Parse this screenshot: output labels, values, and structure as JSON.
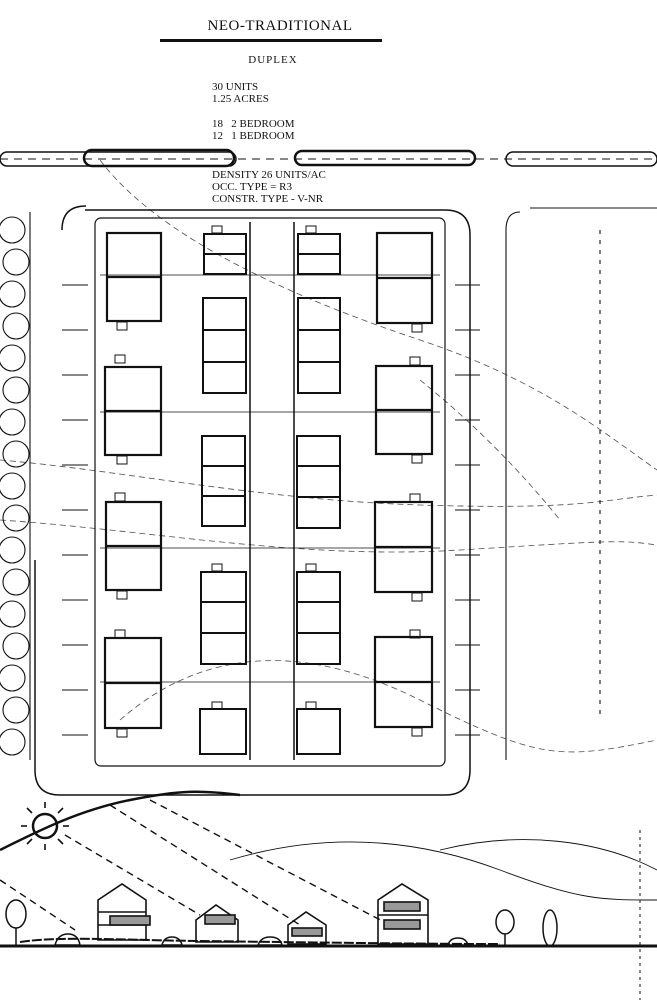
{
  "title": "NEO-TRADITIONAL",
  "subtitle": "DUPLEX",
  "site_summary": {
    "units": "30 UNITS",
    "acres": "1.25 ACRES"
  },
  "unit_mix": [
    {
      "count": "18",
      "type": "2 BEDROOM"
    },
    {
      "count": "12",
      "type": "1 BEDROOM"
    }
  ],
  "code_info": {
    "density": "DENSITY 26 UNITS/AC",
    "occupancy": "OCC. TYPE = R3",
    "construction": "CONSTR. TYPE - V-NR"
  },
  "ink_color": "#111111"
}
